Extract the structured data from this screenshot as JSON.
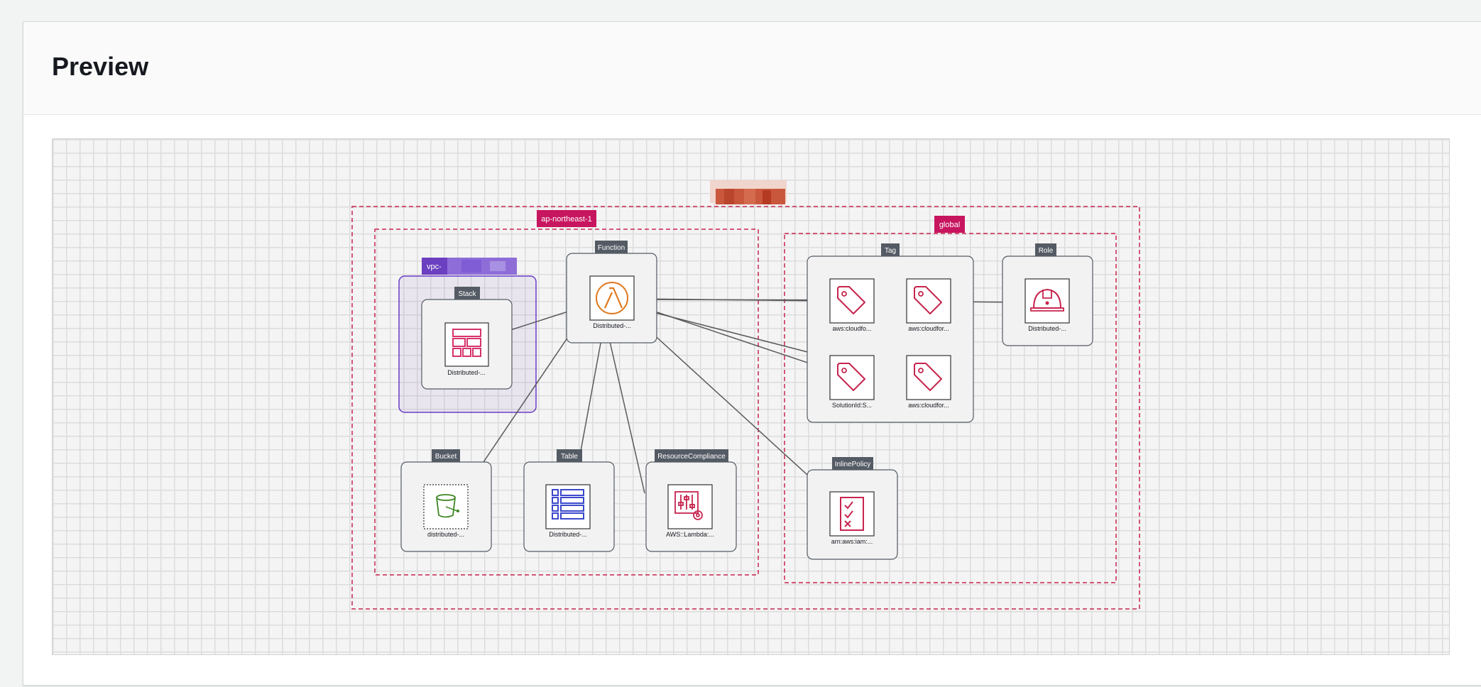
{
  "panel": {
    "title": "Preview"
  },
  "diagram": {
    "account_label": "",
    "region_label": "ap-northeast-1",
    "global_label": "global",
    "vpc_label": "vpc-",
    "groups": {
      "stack": "Stack",
      "function": "Function",
      "bucket": "Bucket",
      "table": "Table",
      "resource_compliance": "ResourceCompliance",
      "tag": "Tag",
      "role": "Role",
      "inline_policy": "InlinePolicy"
    },
    "nodes": {
      "stack": "Distributed-...",
      "function": "Distributed-...",
      "bucket": "distributed-...",
      "table": "Distributed-...",
      "resource_compliance": "AWS::Lambda:...",
      "tag1": "aws:cloudfo...",
      "tag2": "aws:cloudfor...",
      "tag3": "SolutionId:S...",
      "tag4": "aws:cloudfor...",
      "role": "Distributed-...",
      "inline_policy": "arn:aws:iam:..."
    },
    "colors": {
      "boundary": "#c7254e",
      "region_tag": "#c7155f",
      "vpc": "#693cc5",
      "lambda": "#e07a1f",
      "stack": "#d6336c",
      "bucket": "#3f8624",
      "table": "#3b48cc",
      "security": "#c7254e",
      "edge": "#5a5a5a",
      "group_tab": "#545b64"
    },
    "icons": {
      "stack": "cloudformation-stack-icon",
      "function": "lambda-icon",
      "bucket": "s3-bucket-icon",
      "table": "dynamodb-table-icon",
      "resource_compliance": "config-compliance-icon",
      "tag": "tag-icon",
      "role": "iam-role-helmet-icon",
      "inline_policy": "policy-checklist-icon"
    }
  }
}
